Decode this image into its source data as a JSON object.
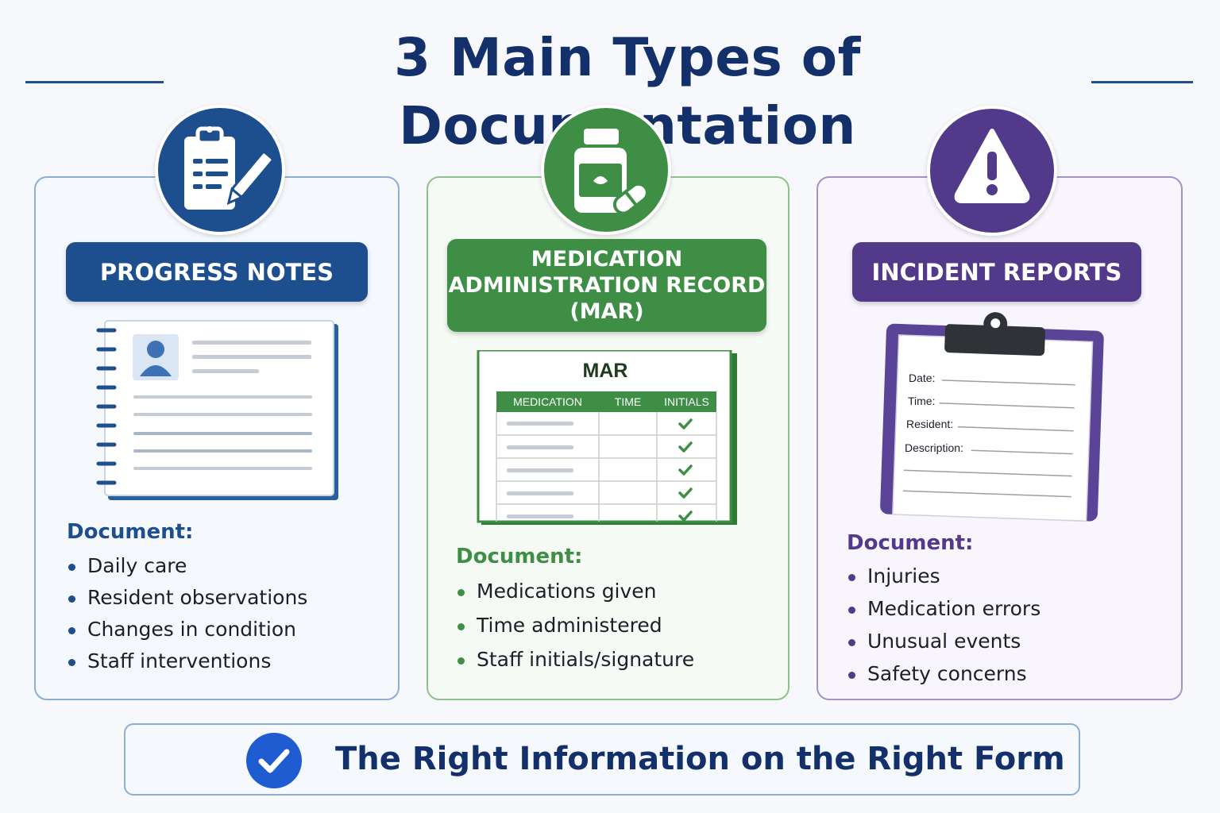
{
  "title": "3 Main Types of Documentation",
  "cards": [
    {
      "banner": "PROGRESS NOTES",
      "icon": "clipboard-pencil-icon",
      "accent": "#1d4f8f",
      "heading": "Document:",
      "items": [
        "Daily care",
        "Resident observations",
        "Changes in condition",
        "Staff interventions"
      ]
    },
    {
      "banner_lines": [
        "MEDICATION",
        "ADMINISTRATION RECORD",
        "(MAR)"
      ],
      "icon": "medicine-bottle-icon",
      "accent": "#3e8e46",
      "heading": "Document:",
      "items": [
        "Medications given",
        "Time administered",
        "Staff initials/signature"
      ],
      "mar": {
        "title": "MAR",
        "columns": [
          "MEDICATION",
          "TIME",
          "INITIALS"
        ]
      }
    },
    {
      "banner": "INCIDENT REPORTS",
      "icon": "warning-icon",
      "accent": "#52398a",
      "heading": "Document:",
      "items": [
        "Injuries",
        "Medication errors",
        "Unusual events",
        "Safety concerns"
      ],
      "form_fields": [
        "Date:",
        "Time:",
        "Resident:",
        "Description:"
      ]
    }
  ],
  "footer": {
    "icon": "checkmark-icon",
    "text": "The Right Information on the Right Form"
  }
}
